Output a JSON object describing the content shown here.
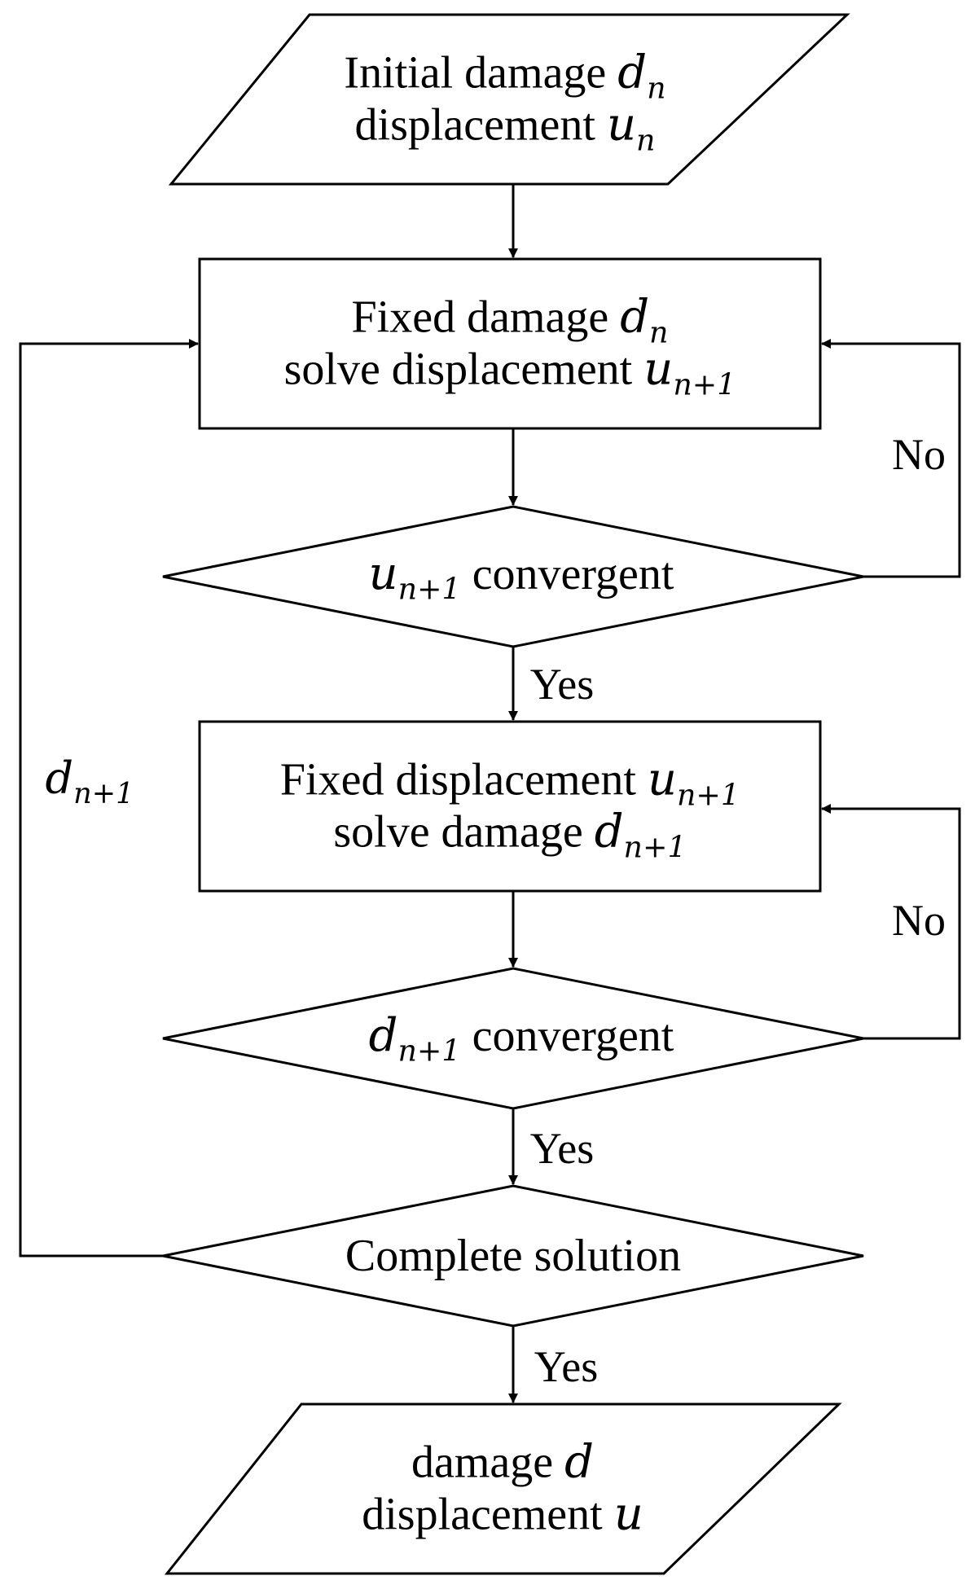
{
  "nodes": {
    "start": {
      "line1": {
        "text": "Initial damage ",
        "var": "d",
        "sub": "n"
      },
      "line2": {
        "text": "displacement ",
        "var": "u",
        "sub": "n"
      }
    },
    "solve_u": {
      "line1": {
        "text": "Fixed damage ",
        "var": "d",
        "sub": "n"
      },
      "line2": {
        "text": "solve displacement ",
        "var": "u",
        "sub": "n+1"
      }
    },
    "check_u": {
      "line1": {
        "var": "u",
        "sub": "n+1",
        "text": " convergent"
      }
    },
    "solve_d": {
      "line1": {
        "text": "Fixed displacement ",
        "var": "u",
        "sub": "n+1"
      },
      "line2": {
        "text": "solve damage ",
        "var": "d",
        "sub": "n+1"
      }
    },
    "check_d": {
      "line1": {
        "var": "d",
        "sub": "n+1",
        "text": " convergent"
      }
    },
    "complete": {
      "line1": {
        "text": "Complete solution"
      }
    },
    "end": {
      "line1": {
        "text": "damage ",
        "var": "d"
      },
      "line2": {
        "text": "displacement ",
        "var": "u"
      }
    }
  },
  "edges": {
    "no_u": "No",
    "yes_u": "Yes",
    "no_d": "No",
    "yes_d": "Yes",
    "yes_complete": "Yes",
    "loop_label": {
      "var": "d",
      "sub": "n+1"
    }
  }
}
